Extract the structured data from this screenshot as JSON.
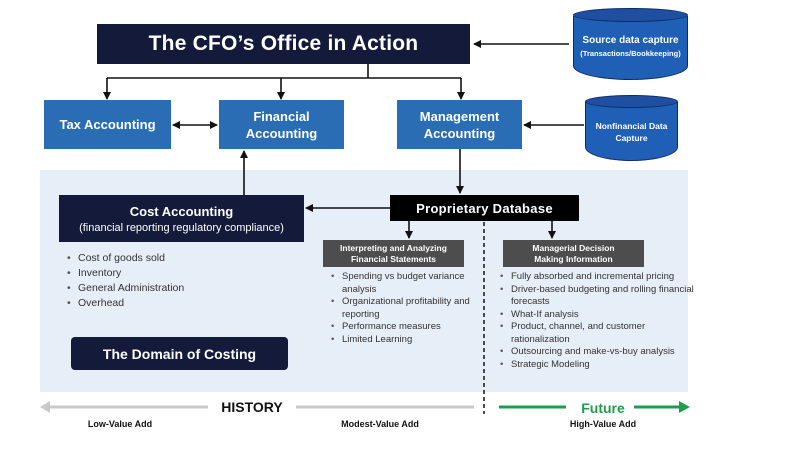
{
  "title": "The CFO’s Office in Action",
  "source_capture": {
    "line1": "Source data capture",
    "line2": "(Transactions/Bookkeeping)"
  },
  "nonfinancial_capture": {
    "line1": "Nonfinancial Data",
    "line2": "Capture"
  },
  "tax_accounting": "Tax Accounting",
  "financial_accounting": {
    "line1": "Financial",
    "line2": "Accounting"
  },
  "management_accounting": {
    "line1": "Management",
    "line2": "Accounting"
  },
  "cost_accounting": {
    "title": "Cost Accounting",
    "subtitle": "(financial reporting regulatory compliance)"
  },
  "proprietary_database": "Proprietary Database",
  "cost_items": [
    "Cost of goods sold",
    "Inventory",
    "General Administration",
    "Overhead"
  ],
  "interpreting": {
    "line1": "Interpreting and Analyzing",
    "line2": "Financial Statements",
    "items": [
      "Spending vs budget variance analysis",
      "Organizational profitability and reporting",
      "Performance measures",
      "Limited Learning"
    ]
  },
  "managerial": {
    "line1": "Managerial Decision",
    "line2": "Making Information",
    "items": [
      "Fully absorbed and incremental pricing",
      "Driver-based budgeting and rolling financial forecasts",
      "What-If analysis",
      "Product, channel, and customer rationalization",
      "Outsourcing and make-vs-buy analysis",
      "Strategic Modeling"
    ]
  },
  "domain_of_costing": "The Domain of Costing",
  "history": "HISTORY",
  "future": "Future",
  "value_labels": {
    "low": "Low-Value Add",
    "modest": "Modest-Value Add",
    "high": "High-Value Add"
  },
  "colors": {
    "navy": "#141a3a",
    "blue": "#2a6db5",
    "green": "#1e9e4b",
    "panel": "#e6eef7"
  }
}
